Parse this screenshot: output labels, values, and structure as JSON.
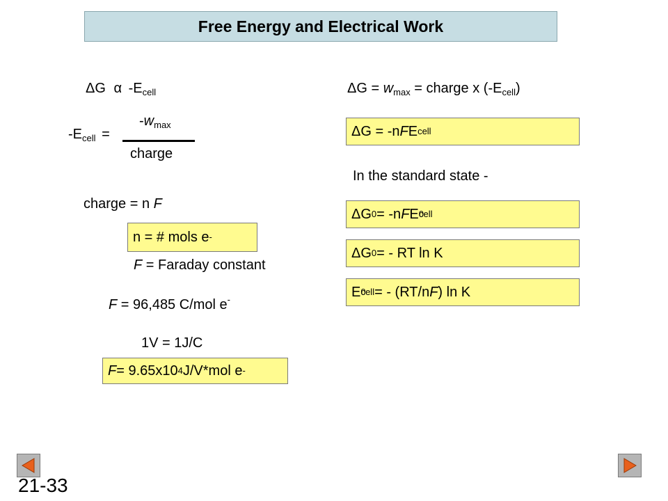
{
  "title": "Free Energy and Electrical Work",
  "left": {
    "proportional": {
      "delta": "Δ",
      "g": "G",
      "alpha": "α",
      "neg_e": "-E",
      "cell_sub": "cell"
    },
    "ecell_def": {
      "lhs_neg_e": "-E",
      "lhs_sub": "cell",
      "equals": "=",
      "num_prefix": "-",
      "num_w": "w",
      "num_sub": "max",
      "denominator": "charge"
    },
    "charge_eq": {
      "prefix": "charge = n ",
      "f": "F"
    },
    "n_box": {
      "text": "n = # mols e",
      "sup": "-"
    },
    "faraday_def": {
      "f": "F",
      "text": " = Faraday constant"
    },
    "faraday_value": {
      "f": "F",
      "text": " = 96,485 C/mol e",
      "sup": "-"
    },
    "volt_def": "1V = 1J/C",
    "faraday_box": {
      "f": "F",
      "text1": " = 9.65x10",
      "exp": "4",
      "text2": "J/V*mol e",
      "sup": "-"
    }
  },
  "right": {
    "wmax_eq": {
      "delta": "Δ",
      "text1": "G = ",
      "w": "w",
      "w_sub": "max",
      "text2": " = charge x (-E",
      "cell_sub": "cell",
      "close": ")"
    },
    "box1": {
      "delta": "Δ",
      "text1": "G = -n ",
      "f": "F",
      "text2": " E",
      "sub": "cell"
    },
    "standard_state": "In the standard state -",
    "box2": {
      "delta": "Δ",
      "g": "G",
      "sup0": "0",
      "text1": " = -n ",
      "f": "F",
      "text2": " E",
      "sup0b": "0",
      "sub": "cell"
    },
    "box3": {
      "delta": "Δ",
      "g": "G",
      "sup0": "0",
      "text1": " = - RT ln K"
    },
    "box4": {
      "e": "E",
      "sup0": "0",
      "sub": "cell",
      "text1": " = - (RT/n ",
      "f": "F",
      "text2": ") ln K"
    }
  },
  "slide_number": "21-33",
  "nav": {
    "prev_icon": "left-triangle-icon",
    "next_icon": "right-triangle-icon",
    "icon_color": "#e8601c",
    "button_color": "#b5b5b5"
  },
  "colors": {
    "title_bg": "#c6dde3",
    "box_bg": "#fffb90"
  }
}
